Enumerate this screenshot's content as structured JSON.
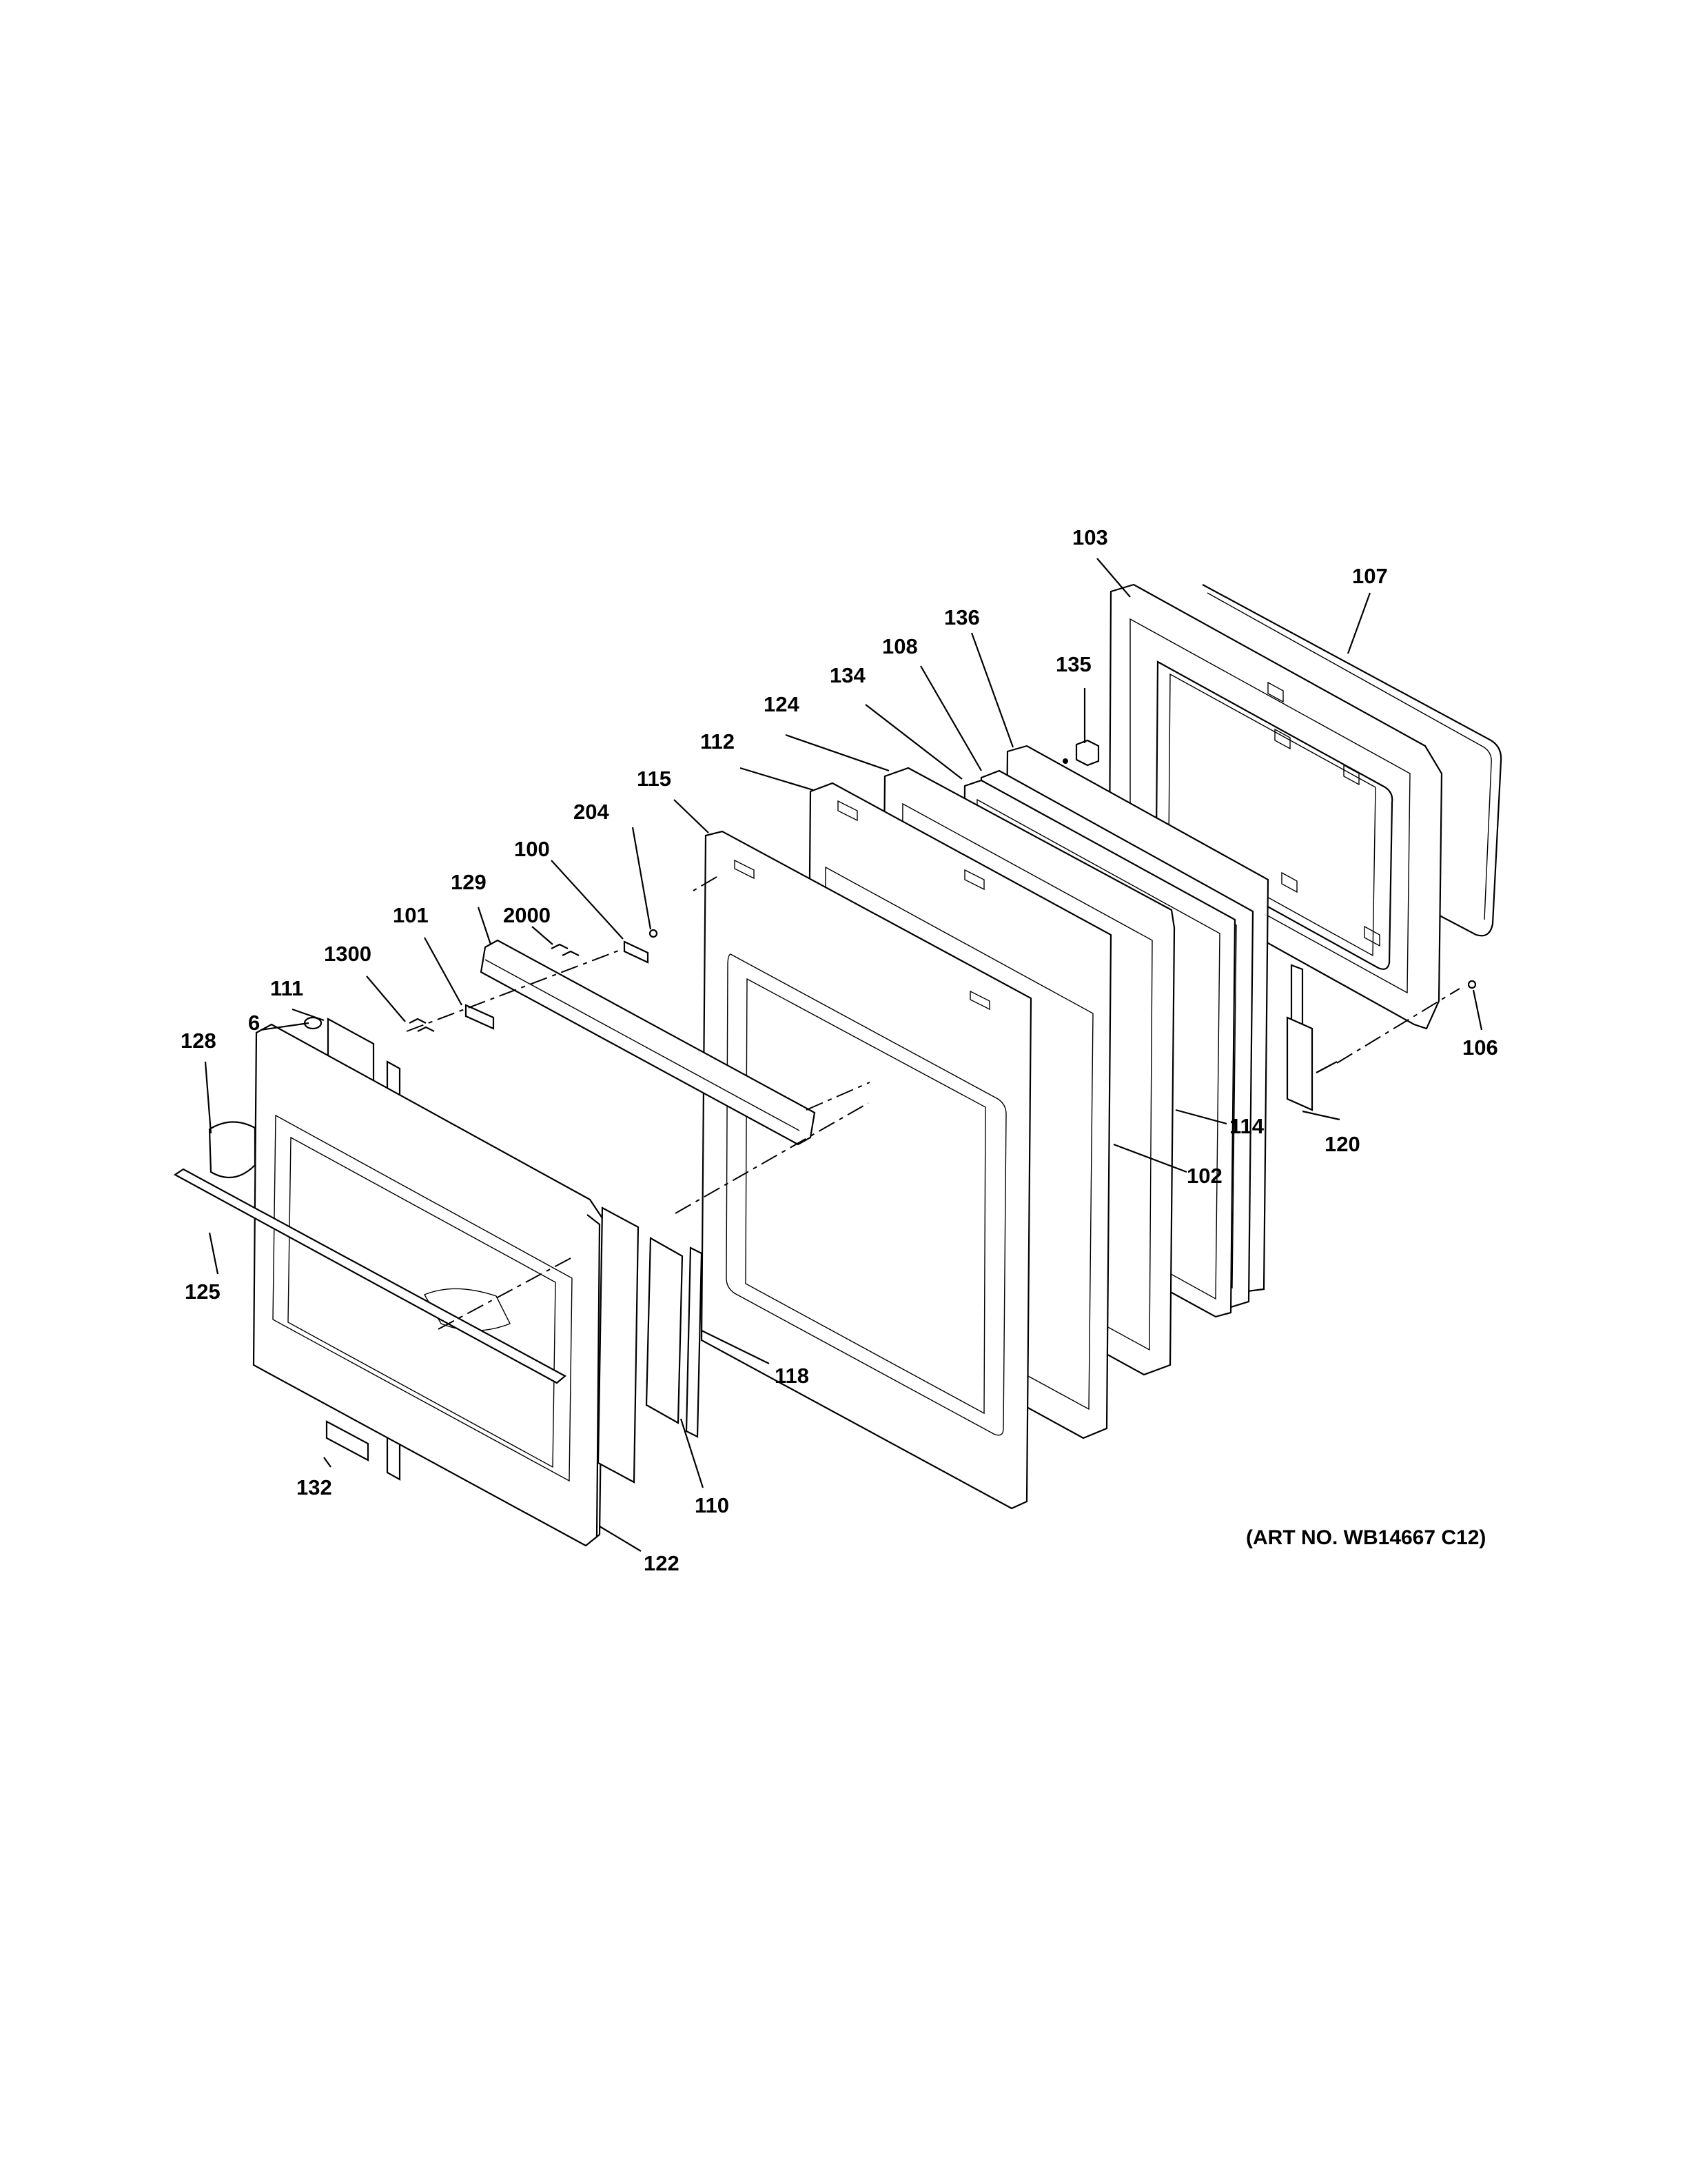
{
  "diagram": {
    "art_number": "(ART NO. WB14667 C12)",
    "callouts": [
      {
        "id": "103",
        "text": "103"
      },
      {
        "id": "107",
        "text": "107"
      },
      {
        "id": "136",
        "text": "136"
      },
      {
        "id": "135",
        "text": "135"
      },
      {
        "id": "108",
        "text": "108"
      },
      {
        "id": "134",
        "text": "134"
      },
      {
        "id": "124",
        "text": "124"
      },
      {
        "id": "112",
        "text": "112"
      },
      {
        "id": "115",
        "text": "115"
      },
      {
        "id": "204",
        "text": "204"
      },
      {
        "id": "100",
        "text": "100"
      },
      {
        "id": "129",
        "text": "129"
      },
      {
        "id": "2000",
        "text": "2000"
      },
      {
        "id": "101",
        "text": "101"
      },
      {
        "id": "1300",
        "text": "1300"
      },
      {
        "id": "111",
        "text": "111"
      },
      {
        "id": "6",
        "text": "6"
      },
      {
        "id": "128",
        "text": "128"
      },
      {
        "id": "106",
        "text": "106"
      },
      {
        "id": "114",
        "text": "114"
      },
      {
        "id": "120",
        "text": "120"
      },
      {
        "id": "102",
        "text": "102"
      },
      {
        "id": "125",
        "text": "125"
      },
      {
        "id": "118",
        "text": "118"
      },
      {
        "id": "110",
        "text": "110"
      },
      {
        "id": "132",
        "text": "132"
      },
      {
        "id": "122",
        "text": "122"
      }
    ]
  }
}
